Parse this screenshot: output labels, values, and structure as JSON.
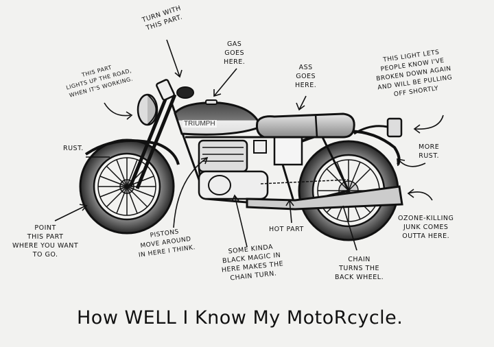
{
  "title": "How WELL I Know My MotoRcycle.",
  "brand_label": "TRIUMPH",
  "annotations": {
    "handlebars": "TURN WITH\nTHIS PART.",
    "gas_tank": "GAS\nGOES\nHERE.",
    "headlight": "THIS PART\nLIGHTS UP THE ROAD,\nWHEN IT'S WORKING.",
    "seat": "ASS\nGOES\nHERE.",
    "tail_light": "THIS LIGHT LETS\nPEOPLE KNOW I'VE\nBROKEN DOWN AGAIN\nAND WILL BE PULLING\nOFF SHORTLY",
    "front_fender": "RUST.",
    "rear_fender": "MORE\nRUST.",
    "exhaust": "OZONE-KILLING\nJUNK COMES\nOUTTA HERE.",
    "front_wheel": "POINT\nTHIS PART\nWHERE YOU WANT\nTO GO.",
    "engine": "PISTONS\nMOVE AROUND\nIN HERE I THINK.",
    "gearbox": "SOME KINDA\nBLACK MAGIC IN\nHERE MAKES THE\nCHAIN TURN.",
    "pipe": "HOT PART",
    "chain": "CHAIN\nTURNS THE\nBACK WHEEL."
  },
  "colors": {
    "background": "#f2f2f0",
    "ink": "#111111",
    "shade": "#555555"
  }
}
